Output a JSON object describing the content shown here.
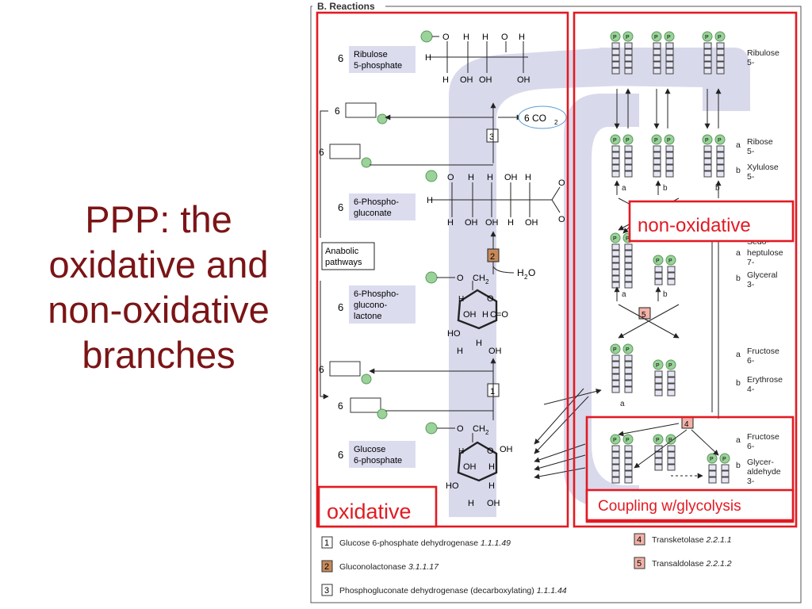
{
  "slide": {
    "title_lines": [
      "PPP: the",
      "oxidative and",
      "non-oxidative",
      "branches"
    ]
  },
  "figure": {
    "panel_title": "B. Reactions",
    "labels": {
      "oxidative": "oxidative",
      "non_oxidative": "non-oxidative",
      "coupling": "Coupling w/glycolysis"
    },
    "compounds": {
      "ribulose_5p": [
        "Ribulose",
        "5-phosphate"
      ],
      "phosphogluconate": [
        "6-Phospho-",
        "gluconate"
      ],
      "phosphogluconolactone": [
        "6-Phospho-",
        "glucono-",
        "lactone"
      ],
      "glucose_6p": [
        "Glucose",
        "6-phosphate"
      ],
      "anabolic": [
        "Anabolic",
        "pathways"
      ],
      "co2": "6 CO",
      "co2_sub": "2",
      "h2o": "H",
      "h2o_sub": "2",
      "h2o_end": "O",
      "stoich": "6"
    },
    "right_labels": {
      "ribulose": [
        "Ribulose",
        "5-"
      ],
      "ribose": [
        "a",
        "Ribose",
        "5-"
      ],
      "xylulose": [
        "b",
        "Xylulose",
        "5-"
      ],
      "sedo": [
        "Sedo-",
        "a",
        "heptulose",
        "7-"
      ],
      "glyceral": [
        "b",
        "Glyceral",
        "3-"
      ],
      "fructose": [
        "a",
        "Fructose",
        "6-"
      ],
      "erythrose": [
        "b",
        "Erythrose",
        "4-"
      ],
      "fructose2": [
        "a",
        "Fructose",
        "6-"
      ],
      "glyceraldehyde": [
        "b",
        "Glycer-",
        "aldehyde",
        "3-"
      ],
      "small_a": "a",
      "small_b": "b",
      "phosphate": "P"
    },
    "enzyme_numbers": [
      "1",
      "2",
      "3",
      "4",
      "5"
    ],
    "legend": [
      {
        "num": "1",
        "name": "Glucose 6-phosphate dehydrogenase",
        "ec": "1.1.1.49",
        "color": "#ffffff"
      },
      {
        "num": "2",
        "name": "Gluconolactonase",
        "ec": "3.1.1.17",
        "color": "#c68a5a"
      },
      {
        "num": "3",
        "name": "Phosphogluconate dehydrogenase (decarboxylating)",
        "ec": "1.1.1.44",
        "color": "#ffffff"
      },
      {
        "num": "4",
        "name": "Transketolase",
        "ec": "2.2.1.1",
        "color": "#f3b3a8"
      },
      {
        "num": "5",
        "name": "Transaldolase",
        "ec": "2.2.1.2",
        "color": "#f3b3a8"
      }
    ],
    "colors": {
      "title": "#7b1416",
      "highlight": "#e21a22",
      "band": "#d9d9ec",
      "label_bg": "#dcdcef",
      "phosphate": "#9ad29a"
    }
  }
}
